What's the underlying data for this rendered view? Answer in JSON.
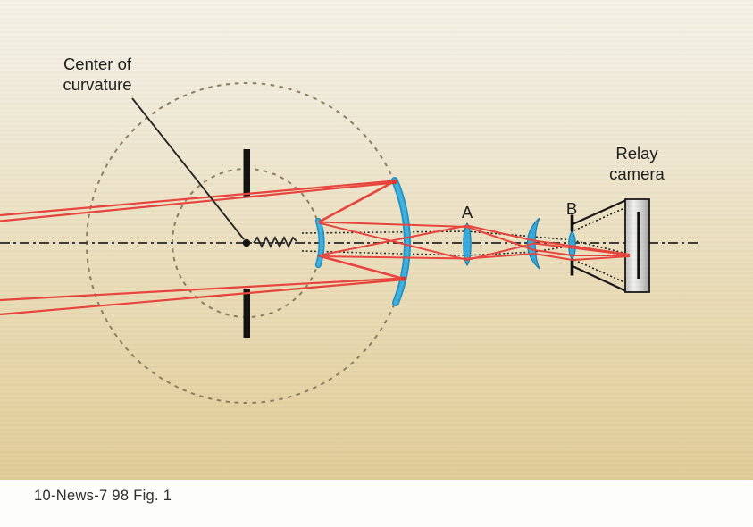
{
  "figure": {
    "labels": {
      "center_of_curvature_line1": "Center of",
      "center_of_curvature_line2": "curvature",
      "lens_a": "A",
      "lens_b": "B",
      "relay_camera_line1": "Relay",
      "relay_camera_line2": "camera"
    },
    "caption": "10-News-7 98 Fig. 1",
    "colors": {
      "ray_red": "#e8423b",
      "optic_blue": "#2aa3d6",
      "optic_blue_light": "#49b4e2",
      "background_top": "#f5f2e8",
      "background_bottom": "#e0cc97",
      "dashed_circle_brown": "#8a7c62",
      "axis_gray": "#3b3b3b",
      "camera_body_gray": "#d8d8d8",
      "text_black": "#1c1c1c"
    }
  }
}
